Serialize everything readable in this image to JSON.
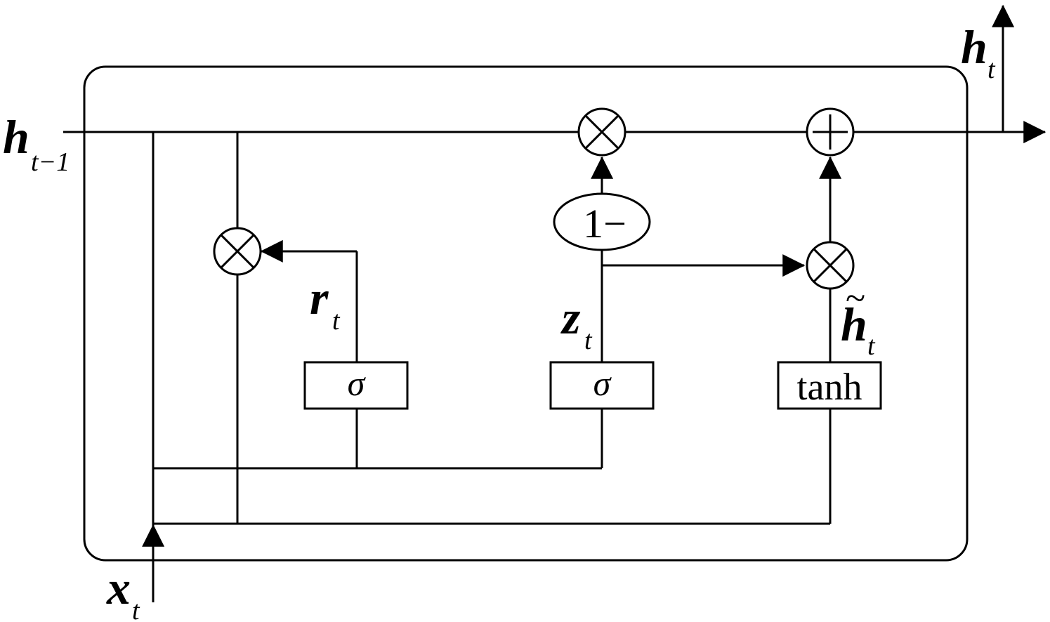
{
  "labels": {
    "h_prev": {
      "main": "h",
      "sub": "t−1"
    },
    "h_out": {
      "main": "h",
      "sub": "t"
    },
    "x_in": {
      "main": "x",
      "sub": "t"
    },
    "r_gate": {
      "main": "r",
      "sub": "t"
    },
    "z_gate": {
      "main": "z",
      "sub": "t"
    },
    "h_cand": {
      "main": "h",
      "tilde": "~",
      "sub": "t"
    }
  },
  "blocks": {
    "reset_sigmoid": "σ",
    "update_sigmoid": "σ",
    "candidate_tanh": "tanh",
    "one_minus": "1−"
  }
}
